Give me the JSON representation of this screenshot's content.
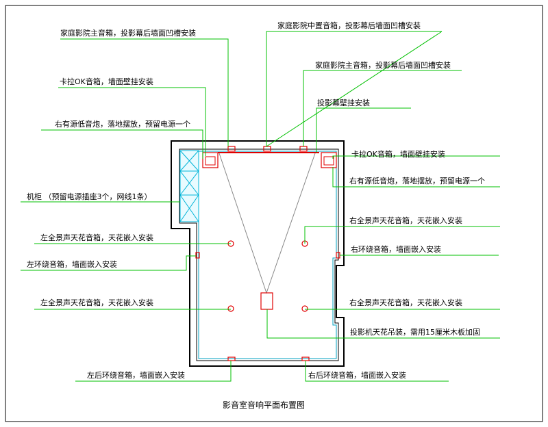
{
  "title": "影音室音响平面布置图",
  "labels": {
    "l_main_left": "家庭影院主音箱，投影幕后墙面凹槽安装",
    "l_center": "家庭影院中置音箱，投影幕后墙面凹槽安装",
    "l_main_right": "家庭影院主音箱，投影幕后墙面凹槽安装",
    "l_karaoke_left": "卡拉OK音箱，墙面壁挂安装",
    "l_screen": "投影幕壁挂安装",
    "l_sub_left": "右有源低音炮，落地摆放，预留电源一个",
    "l_karaoke_right": "卡拉OK音箱，墙面壁挂安装",
    "l_sub_right": "右有源低音炮，落地摆放，预留电源一个",
    "l_cabinet": "机柜  （预留电源插座3个，网线1条）",
    "l_ceiling_rf": "右全景声天花音箱，天花嵌入安装",
    "l_ceiling_lf": "左全景声天花音箱，天花嵌入安装",
    "l_surround_right": "右环绕音箱，墙面嵌入安装",
    "l_surround_left": "左环绕音箱，墙面嵌入安装",
    "l_ceiling_lr": "左全景声天花音箱，天花嵌入安装",
    "l_ceiling_rr": "右全景声天花音箱，天花嵌入安装",
    "l_projector": "投影机天花吊装，需用15厘米木板加固",
    "l_rear_left": "左后环绕音箱，墙面嵌入安装",
    "l_rear_right": "右后环绕音箱，墙面嵌入安装"
  },
  "colors": {
    "wall": "#000000",
    "inner_wall": "#00a0c0",
    "leader": "#00c000",
    "device": "#e00000",
    "cabinet": "#00b4d8",
    "beam": "#888888"
  }
}
